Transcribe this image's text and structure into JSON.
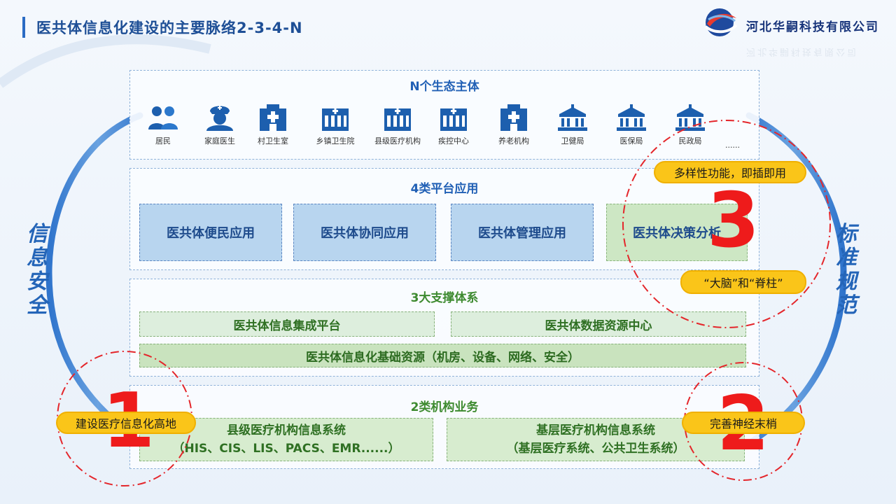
{
  "header": {
    "title": "医共体信息化建设的主要脉络2-3-4-N",
    "company": "河北华嗣科技有限公司",
    "company_mirror": "河北华嗣科技有限公司"
  },
  "n_layer": {
    "title": "N个生态主体",
    "entities": [
      {
        "label": "居民",
        "icon": "residents-icon"
      },
      {
        "label": "家庭医生",
        "icon": "nurse-icon"
      },
      {
        "label": "村卫生室",
        "icon": "clinic-icon"
      },
      {
        "label": "乡镇卫生院",
        "icon": "hospital-icon"
      },
      {
        "label": "县级医疗机构",
        "icon": "hospital-icon"
      },
      {
        "label": "疾控中心",
        "icon": "hospital-icon"
      },
      {
        "label": "养老机构",
        "icon": "clinic-icon"
      },
      {
        "label": "卫健局",
        "icon": "government-icon"
      },
      {
        "label": "医保局",
        "icon": "government-icon"
      },
      {
        "label": "民政局",
        "icon": "government-icon"
      }
    ],
    "more": "......"
  },
  "four_layer": {
    "title": "4类平台应用",
    "apps": [
      "医共体便民应用",
      "医共体协同应用",
      "医共体管理应用",
      "医共体决策分析"
    ]
  },
  "three_layer": {
    "title": "3大支撑体系",
    "platform": "医共体信息集成平台",
    "data_center": "医共体数据资源中心",
    "infra": "医共体信息化基础资源（机房、设备、网络、安全）"
  },
  "two_layer": {
    "title": "2类机构业务",
    "county_title": "县级医疗机构信息系统",
    "county_sub": "（HIS、CIS、LIS、PACS、EMR......）",
    "base_title": "基层医疗机构信息系统",
    "base_sub": "（基层医疗系统、公共卫生系统）"
  },
  "sides": {
    "left": "信息安全",
    "right": "标准规范"
  },
  "callouts": {
    "one": {
      "num": "1",
      "label": "建设医疗信息化高地"
    },
    "two": {
      "num": "2",
      "label": "完善神经末梢"
    },
    "three": {
      "num": "3",
      "label_top": "多样性功能，即插即用",
      "label_bottom": "“大脑”和“脊柱”"
    }
  },
  "colors": {
    "title_blue": "#1e4f96",
    "accent_red": "#ee1b1b",
    "pill_yellow": "#fac519",
    "ring_blue": "#3b7fd1"
  }
}
